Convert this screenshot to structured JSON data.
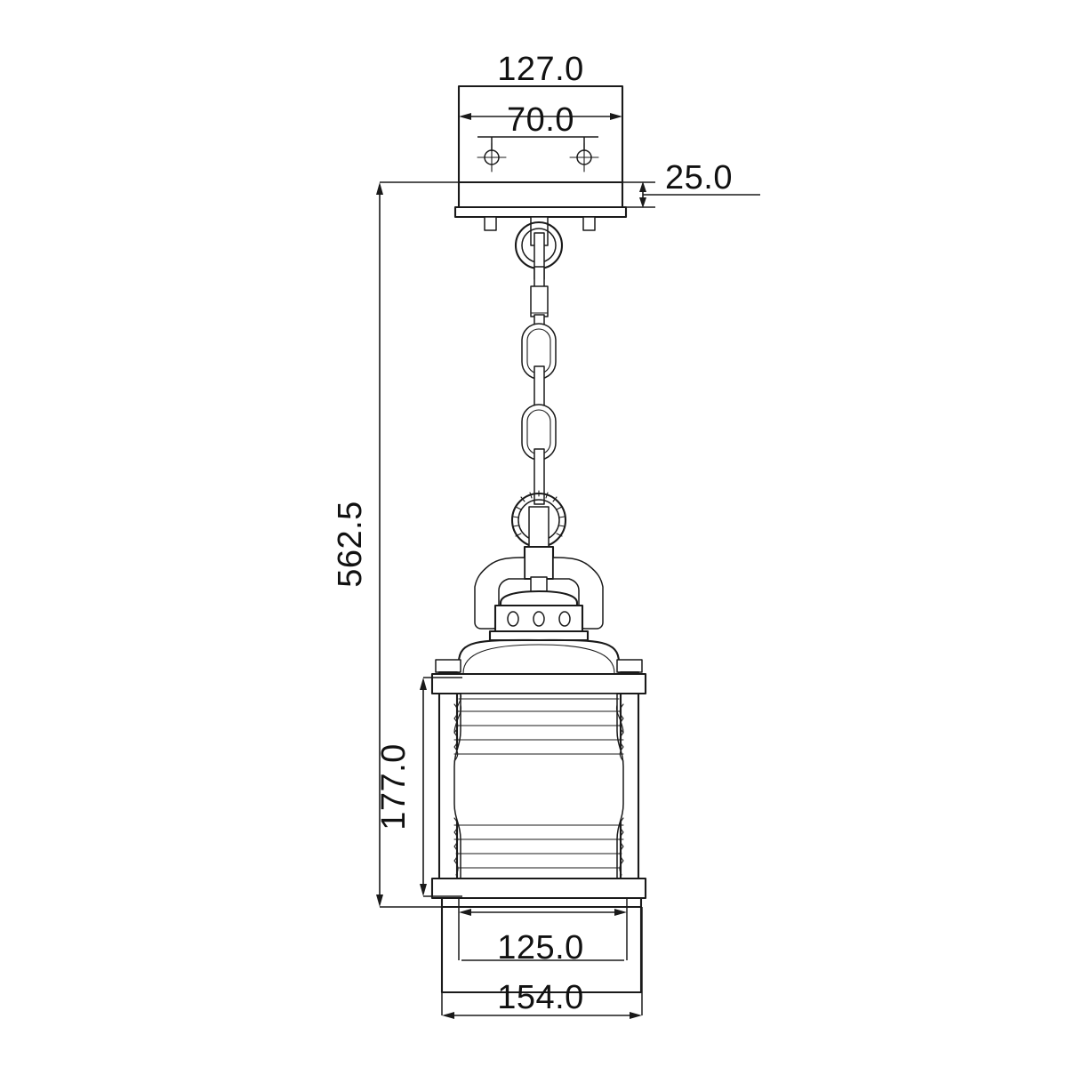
{
  "drawing": {
    "title": "Pendant Lantern Dimensional Drawing",
    "units": "mm",
    "line_color": "#1a1a1a",
    "background": "#ffffff"
  },
  "dimensions": {
    "canopy_width": "127.0",
    "mounting_hole_spacing": "70.0",
    "canopy_height": "25.0",
    "overall_height": "562.5",
    "glass_height": "177.0",
    "glass_width": "125.0",
    "body_width": "154.0"
  },
  "parts": {
    "canopy": "ceiling-canopy-plate",
    "mounting_holes": "canopy-mounting-holes",
    "loop_top": "top-suspension-loop",
    "chain": "suspension-chain",
    "loop_bottom": "bottom-suspension-loop",
    "yoke": "lantern-carry-yoke",
    "cap": "lantern-vented-cap",
    "dome": "lantern-dome-shade",
    "glass": "ribbed-glass-cylinder",
    "cage_top_rail": "cage-top-rail",
    "cage_bottom_rail": "cage-bottom-rail",
    "cage_posts": "cage-corner-posts",
    "base": "lantern-base-housing"
  }
}
